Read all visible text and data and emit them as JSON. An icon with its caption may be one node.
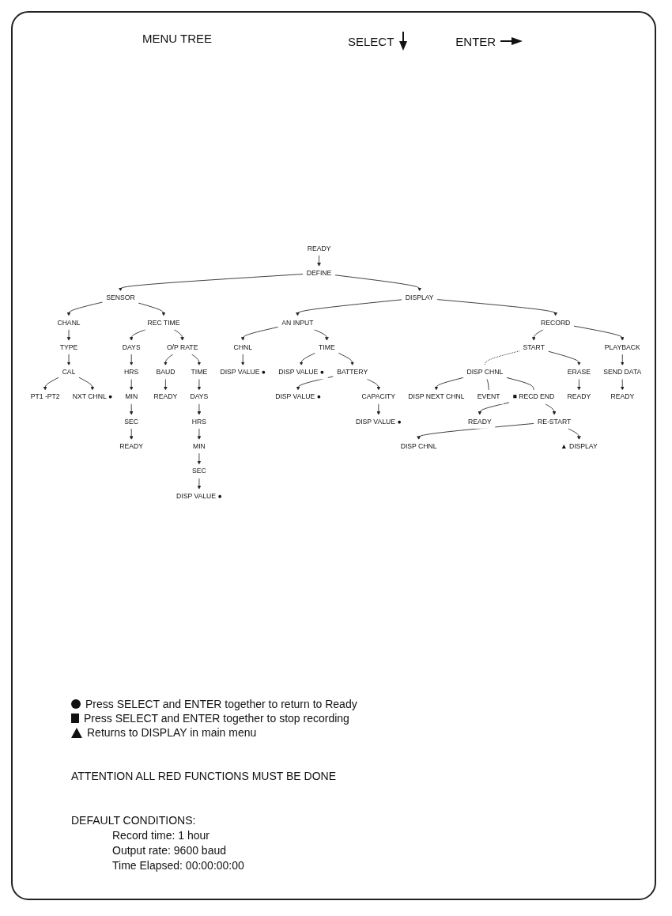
{
  "diagram": {
    "title": "MENU TREE",
    "nodes": [
      {
        "text": [
          "READY"
        ]
      },
      {
        "text": [
          "DEFINE"
        ]
      },
      {
        "text": [
          "SENSOR"
        ]
      },
      {
        "text": [
          "CHANL"
        ]
      },
      {
        "text": [
          "TYPE"
        ]
      },
      {
        "text": [
          "CAL"
        ]
      },
      {
        "text": [
          "PT1 -PT2"
        ]
      },
      {
        "text": [
          "NXT CHNL ●"
        ]
      },
      {
        "text": [
          "REC TIME"
        ]
      },
      {
        "text": [
          "DAYS"
        ]
      },
      {
        "text": [
          "HRS"
        ]
      },
      {
        "text": [
          "MIN"
        ]
      },
      {
        "text": [
          "SEC"
        ]
      },
      {
        "text": [
          "READY"
        ]
      },
      {
        "text": [
          "O/P RATE"
        ]
      },
      {
        "text": [
          "BAUD"
        ]
      },
      {
        "text": [
          "READY"
        ]
      },
      {
        "text": [
          "TIME"
        ]
      },
      {
        "text": [
          "DAYS"
        ]
      },
      {
        "text": [
          "HRS"
        ]
      },
      {
        "text": [
          "MIN"
        ]
      },
      {
        "text": [
          "SEC"
        ]
      },
      {
        "text": [
          "DISP VALUE ●"
        ]
      },
      {
        "text": [
          "DISPLAY"
        ]
      },
      {
        "text": [
          "AN INPUT"
        ]
      },
      {
        "text": [
          "CHNL"
        ]
      },
      {
        "text": [
          "DISP VALUE ●"
        ]
      },
      {
        "text": [
          "TIME"
        ]
      },
      {
        "text": [
          "DISP VALUE ●"
        ]
      },
      {
        "text": [
          "BATTERY"
        ]
      },
      {
        "text": [
          "DISP VALUE ●"
        ]
      },
      {
        "text": [
          "CAPACITY"
        ]
      },
      {
        "text": [
          "DISP VALUE ●"
        ]
      },
      {
        "text": [
          "RECORD"
        ]
      },
      {
        "text": [
          "START"
        ]
      },
      {
        "text": [
          "DISP CHNL"
        ]
      },
      {
        "text": [
          "DISP NEXT CHNL"
        ]
      },
      {
        "text": [
          "EVENT"
        ]
      },
      {
        "text": [
          "■ RECD END"
        ]
      },
      {
        "text": [
          "READY"
        ]
      },
      {
        "text": [
          "RE-START"
        ]
      },
      {
        "text": [
          "DISP CHNL"
        ]
      },
      {
        "text": [
          "▲ DISPLAY"
        ]
      },
      {
        "text": [
          "ERASE"
        ]
      },
      {
        "text": [
          "READY"
        ]
      },
      {
        "text": [
          "PLAYBACK"
        ]
      },
      {
        "text": [
          "SEND DATA"
        ]
      },
      {
        "text": [
          "READY"
        ]
      }
    ],
    "edges": [
      {
        "from": 0,
        "to": 1,
        "arrow": "to"
      },
      {
        "from": 1,
        "to": 2,
        "arrow": "to"
      },
      {
        "from": 2,
        "to": 3,
        "arrow": "to"
      },
      {
        "from": 3,
        "to": 4,
        "arrow": "to"
      },
      {
        "from": 4,
        "to": 5,
        "arrow": "to"
      },
      {
        "from": 5,
        "to": 6,
        "arrow": "to"
      },
      {
        "from": 5,
        "to": 7,
        "arrow": "to"
      },
      {
        "from": 2,
        "to": 8,
        "arrow": "to"
      },
      {
        "from": 8,
        "to": 9,
        "arrow": "to"
      },
      {
        "from": 9,
        "to": 10,
        "arrow": "to"
      },
      {
        "from": 10,
        "to": 11,
        "arrow": "to"
      },
      {
        "from": 11,
        "to": 12,
        "arrow": "to"
      },
      {
        "from": 12,
        "to": 13,
        "arrow": "to"
      },
      {
        "from": 8,
        "to": 14,
        "arrow": "to"
      },
      {
        "from": 14,
        "to": 15,
        "arrow": "to"
      },
      {
        "from": 15,
        "to": 16,
        "arrow": "to"
      },
      {
        "from": 14,
        "to": 17,
        "arrow": "to"
      },
      {
        "from": 17,
        "to": 18,
        "arrow": "to"
      },
      {
        "from": 18,
        "to": 19,
        "arrow": "to"
      },
      {
        "from": 19,
        "to": 20,
        "arrow": "to"
      },
      {
        "from": 20,
        "to": 21,
        "arrow": "to"
      },
      {
        "from": 21,
        "to": 22,
        "arrow": "to"
      },
      {
        "from": 1,
        "to": 23,
        "arrow": "to"
      },
      {
        "from": 23,
        "to": 24,
        "arrow": "to"
      },
      {
        "from": 24,
        "to": 25,
        "arrow": "to"
      },
      {
        "from": 25,
        "to": 26,
        "arrow": "to"
      },
      {
        "from": 24,
        "to": 27,
        "arrow": "to"
      },
      {
        "from": 27,
        "to": 28,
        "arrow": "to"
      },
      {
        "from": 27,
        "to": 29,
        "arrow": "to"
      },
      {
        "from": 29,
        "to": 30,
        "arrow": "to"
      },
      {
        "from": 29,
        "to": 31,
        "arrow": "to"
      },
      {
        "from": 31,
        "to": 32,
        "arrow": "to"
      },
      {
        "from": 23,
        "to": 33,
        "arrow": "to"
      },
      {
        "from": 33,
        "to": 34,
        "arrow": "to"
      },
      {
        "from": 34,
        "to": 35,
        "arrow": "none",
        "style": "dashed"
      },
      {
        "from": 35,
        "to": 36,
        "arrow": "to"
      },
      {
        "from": 35,
        "to": 37,
        "arrow": "none"
      },
      {
        "from": 35,
        "to": 38,
        "arrow": "none"
      },
      {
        "from": 38,
        "to": 39,
        "arrow": "to"
      },
      {
        "from": 38,
        "to": 40,
        "arrow": "to"
      },
      {
        "from": 40,
        "to": 41,
        "arrow": "to"
      },
      {
        "from": 40,
        "to": 42,
        "arrow": "to"
      },
      {
        "from": 34,
        "to": 43,
        "arrow": "to"
      },
      {
        "from": 43,
        "to": 44,
        "arrow": "to"
      },
      {
        "from": 33,
        "to": 45,
        "arrow": "to"
      },
      {
        "from": 45,
        "to": 46,
        "arrow": "to"
      },
      {
        "from": 46,
        "to": 47,
        "arrow": "to"
      }
    ],
    "labels": [
      "ATTENTION ALL RED FUNCTIONS MUST BE DONE",
      "DEFAULT CONDITIONS:",
      "Record time: 1 hour",
      "Output rate: 9600 baud",
      "Time Elapsed: 00:00:00:00"
    ],
    "legend": [
      {
        "text": "SELECT"
      },
      {
        "text": "ENTER"
      },
      {
        "text": "Press SELECT and ENTER together to return to Ready"
      },
      {
        "text": "Press SELECT and ENTER together to stop recording"
      },
      {
        "text": "Returns to DISPLAY in main menu"
      }
    ]
  }
}
